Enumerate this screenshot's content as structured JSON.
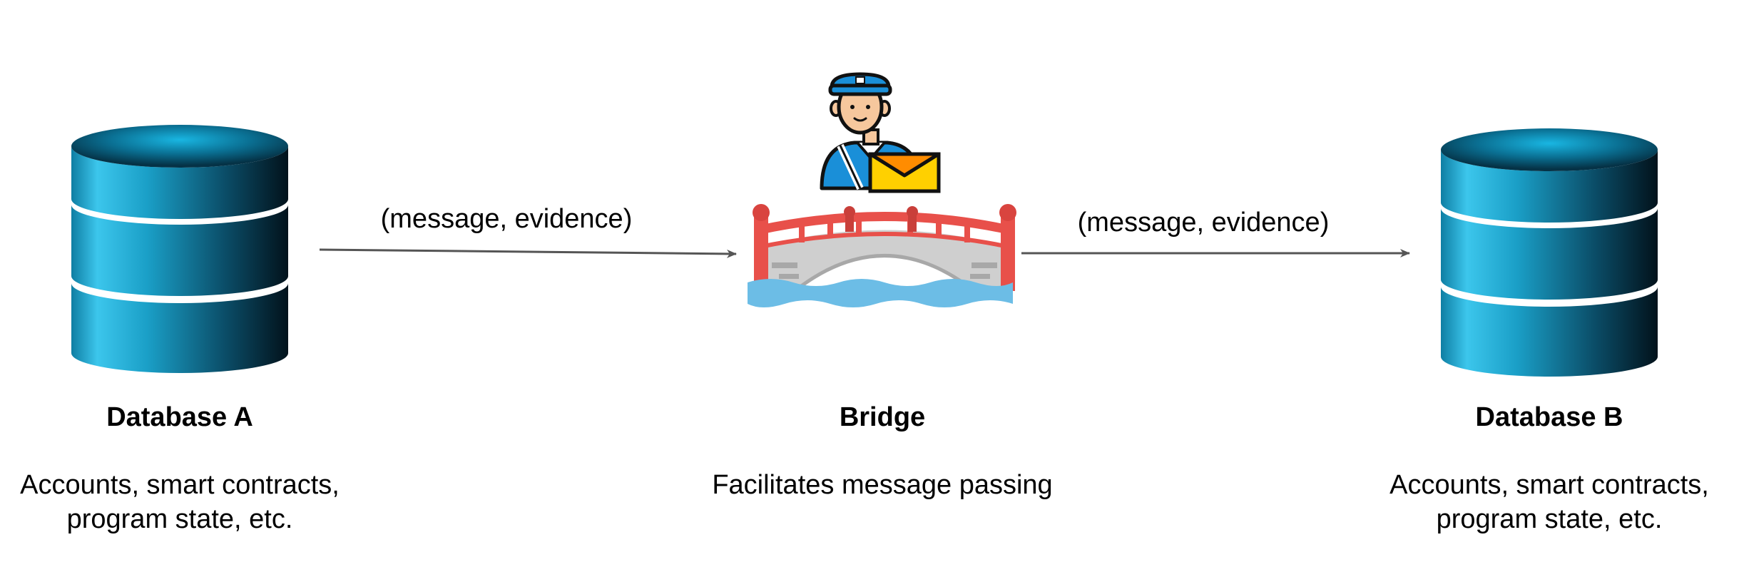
{
  "nodes": {
    "database_a": {
      "title": "Database A",
      "description_line1": "Accounts, smart contracts,",
      "description_line2": "program state, etc."
    },
    "bridge": {
      "title": "Bridge",
      "description": "Facilitates message passing"
    },
    "database_b": {
      "title": "Database B",
      "description_line1": "Accounts, smart contracts,",
      "description_line2": "program state, etc."
    }
  },
  "edges": {
    "a_to_bridge": {
      "label": "(message, evidence)"
    },
    "bridge_to_b": {
      "label": "(message, evidence)"
    }
  },
  "icons": {
    "database_a": "database-icon",
    "bridge": "bridge-icon",
    "courier": "mail-carrier-icon",
    "database_b": "database-icon"
  },
  "colors": {
    "database_light": "#1aa6d0",
    "database_dark": "#03131d",
    "bridge_red": "#e8504a",
    "water": "#6cbde6",
    "envelope": "#ffd000",
    "uniform": "#1a8fd8",
    "arrow": "#555555"
  }
}
